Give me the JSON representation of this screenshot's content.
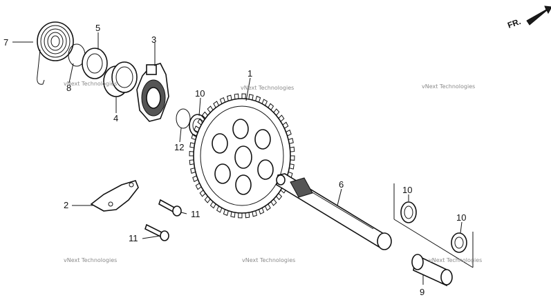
{
  "direction_marker": {
    "text": "FR."
  },
  "watermark": "vNext Technologies",
  "callouts": [
    {
      "id": "label-1",
      "text": "1"
    },
    {
      "id": "label-2",
      "text": "2"
    },
    {
      "id": "label-3",
      "text": "3"
    },
    {
      "id": "label-4",
      "text": "4"
    },
    {
      "id": "label-5",
      "text": "5"
    },
    {
      "id": "label-6",
      "text": "6"
    },
    {
      "id": "label-7",
      "text": "7"
    },
    {
      "id": "label-8",
      "text": "8"
    },
    {
      "id": "label-9",
      "text": "9"
    },
    {
      "id": "label-10a",
      "text": "10"
    },
    {
      "id": "label-10b",
      "text": "10"
    },
    {
      "id": "label-10c",
      "text": "10"
    },
    {
      "id": "label-11a",
      "text": "11"
    },
    {
      "id": "label-11b",
      "text": "11"
    },
    {
      "id": "label-12",
      "text": "12"
    }
  ]
}
